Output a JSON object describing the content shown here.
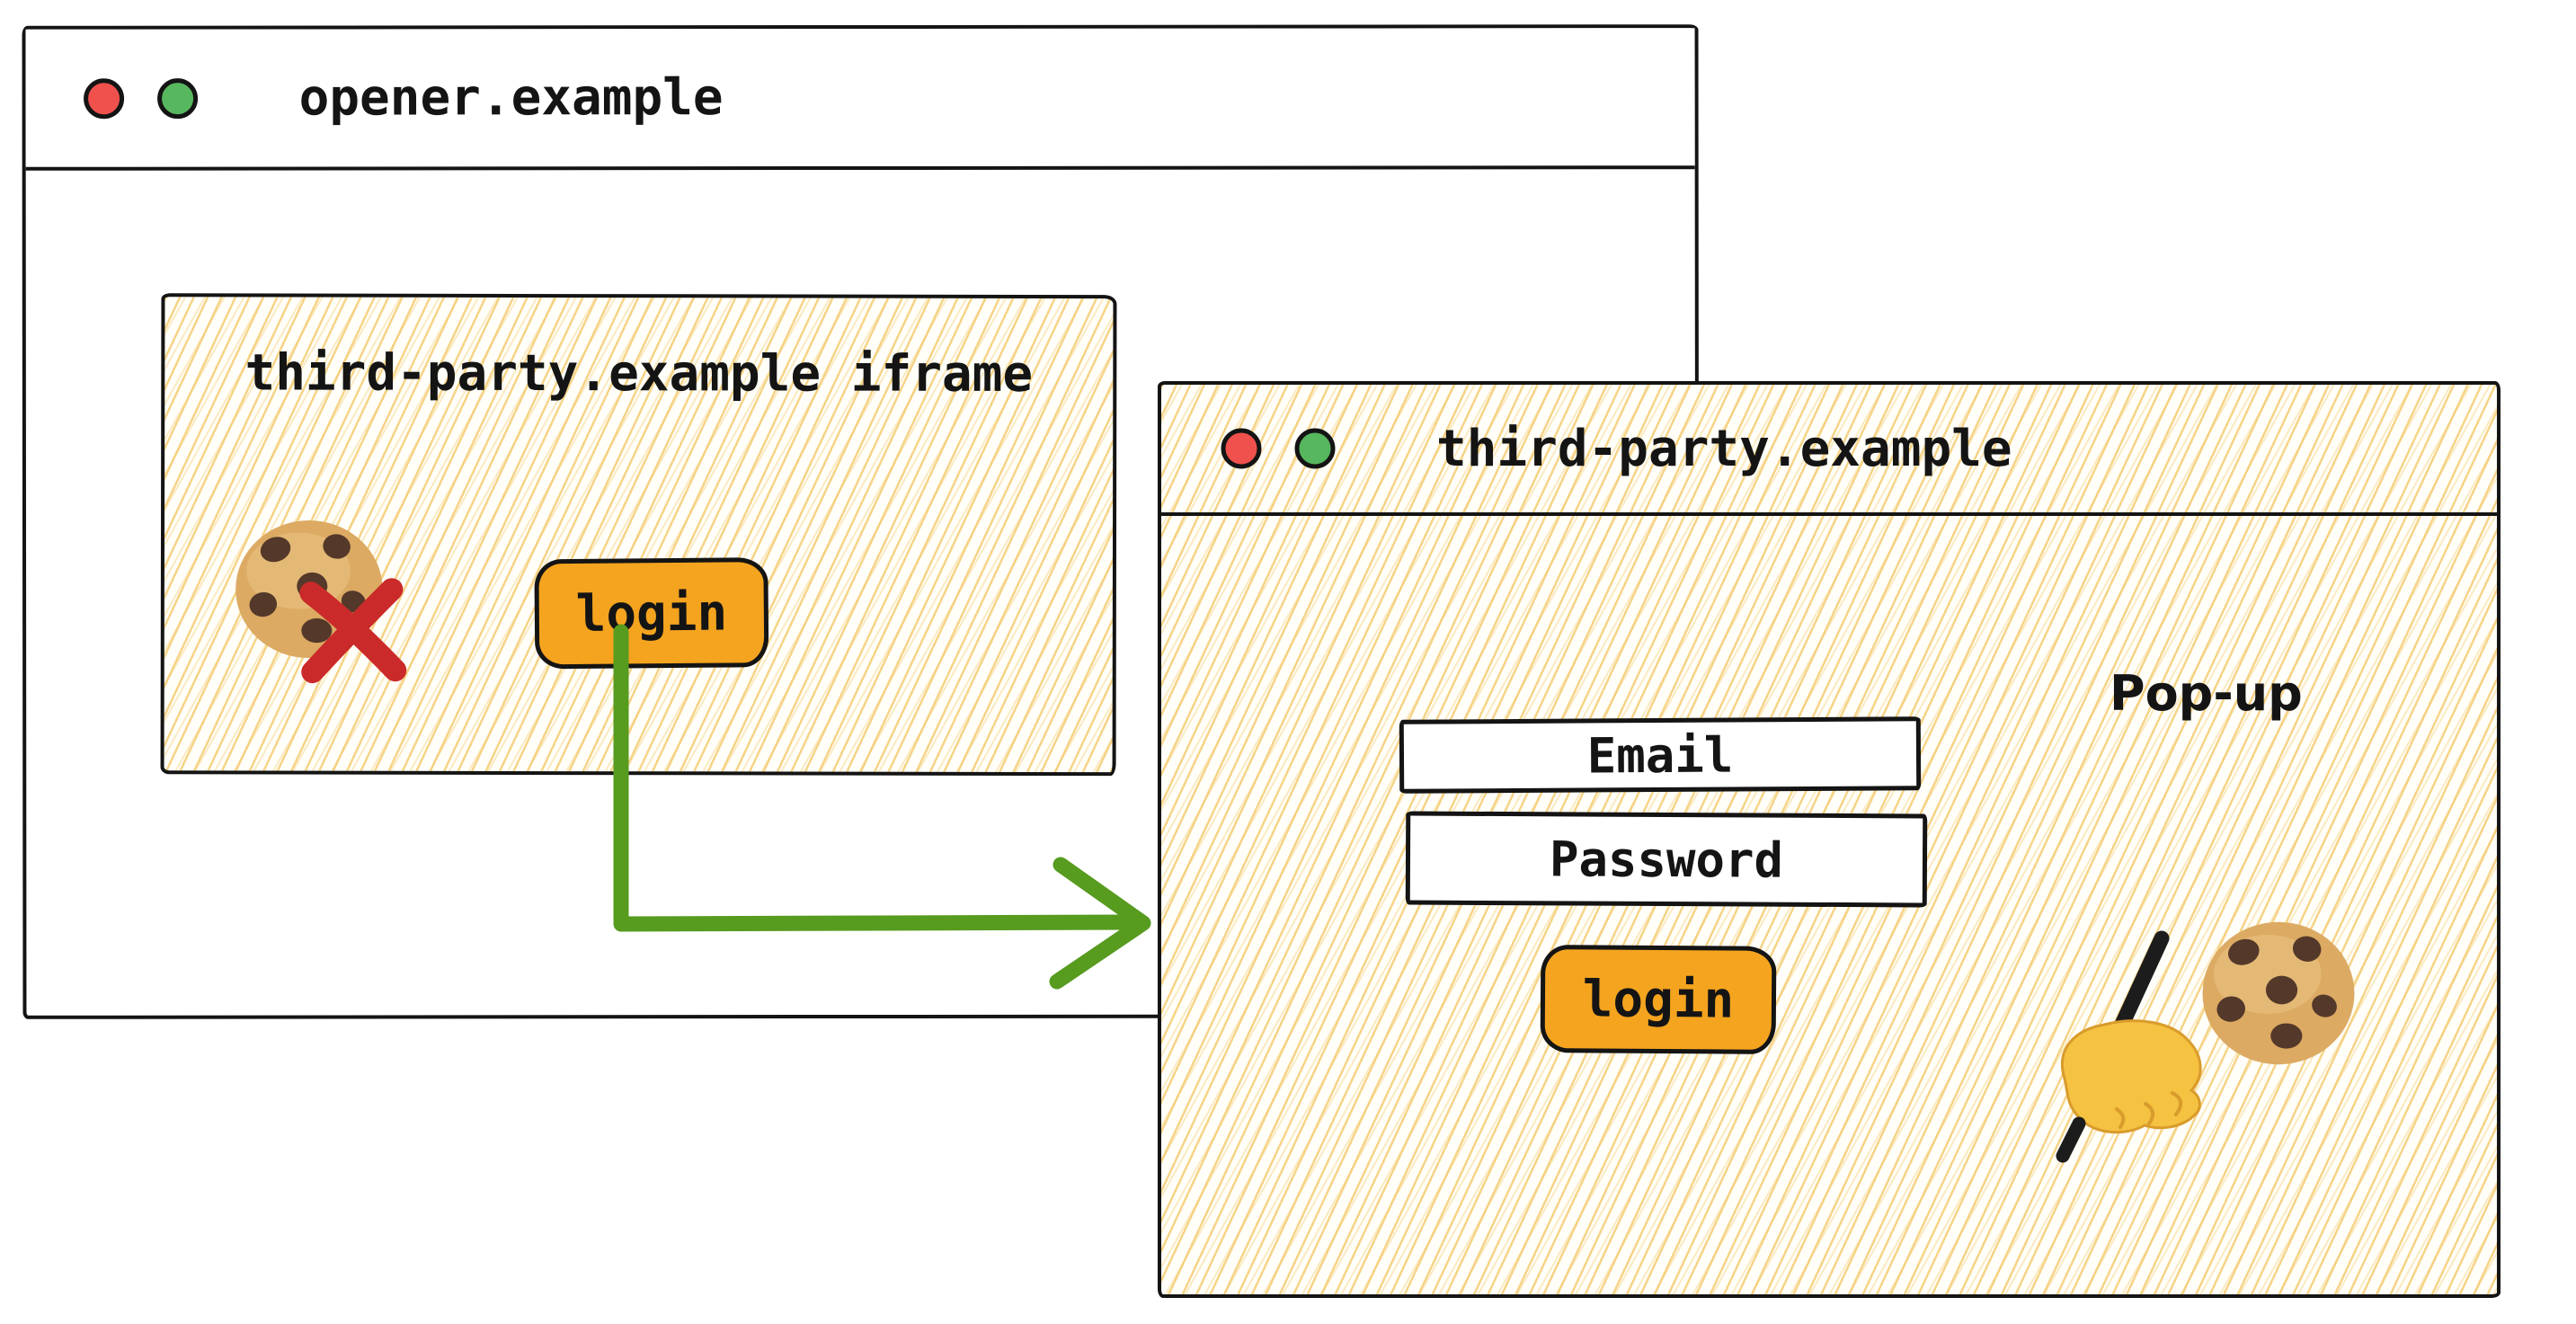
{
  "colors": {
    "outline_black": "#141414",
    "button_orange": "#f4a41f",
    "arrow_green": "#579b1f",
    "blocked_x_red": "#cb2a2a",
    "traffic_red": "#f0514d",
    "traffic_green": "#57b75e",
    "hatch_line": "#f4cc74",
    "cookie_body": "#dcaa63",
    "cookie_body_light": "#e7bd7c",
    "cookie_chip": "#54392a",
    "hand_skin": "#f5c242",
    "hand_shade": "#d99b2b",
    "pen_black": "#1c1c1c"
  },
  "opener_window": {
    "title": "opener.example",
    "iframe": {
      "heading": "third-party.example iframe",
      "login_button": "login"
    }
  },
  "popup_window": {
    "title": "third-party.example",
    "annotation": "Pop-up",
    "form": {
      "email_placeholder": "Email",
      "password_placeholder": "Password",
      "login_button": "login"
    }
  }
}
